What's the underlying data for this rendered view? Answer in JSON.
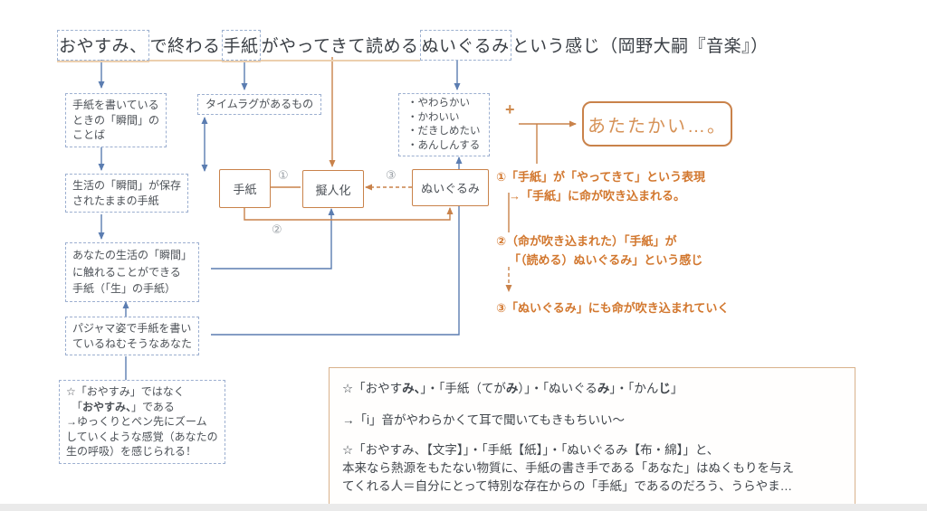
{
  "title": {
    "segments": [
      {
        "t": "おやすみ、",
        "cls": "boxed ul"
      },
      {
        "t": "で終わる",
        "cls": "ul"
      },
      {
        "t": "手紙",
        "cls": "boxed ul"
      },
      {
        "t": "がやってきて読める",
        "cls": "ul"
      },
      {
        "t": "ぬいぐるみ",
        "cls": "boxed"
      },
      {
        "t": "という感じ（岡野大嗣『音楽』）"
      }
    ]
  },
  "left_column": {
    "writing_moment": {
      "lines": [
        "手紙を書いている",
        "ときの「瞬間」の",
        "ことば"
      ]
    },
    "time_lag": {
      "label": "タイムラグがあるもの"
    },
    "preserved": {
      "lines": [
        "生活の「瞬間」が保存",
        "されたままの手紙"
      ]
    },
    "living_letter": {
      "lines": [
        "あなたの生活の「瞬間」",
        "に触れることができる",
        "手紙（「生」の手紙）"
      ]
    },
    "pajama": {
      "lines": [
        "パジャマ姿で手紙を書い",
        "ているねむそうなあなた"
      ]
    },
    "star_note": {
      "lines": [
        [
          {
            "t": "☆「おやすみ」ではなく"
          }
        ],
        [
          {
            "t": "　「"
          },
          {
            "t": "おやすみ、",
            "b": true
          },
          {
            "t": "」である"
          }
        ],
        [
          {
            "t": "→ゆっくりとペン先にズーム"
          }
        ],
        [
          {
            "t": "していくような感覚（あなたの"
          }
        ],
        [
          {
            "t": "生の呼吸）を感じられる！"
          }
        ]
      ]
    }
  },
  "flow": {
    "letter": "手紙",
    "personification": "擬人化",
    "plush": "ぬいぐるみ",
    "warm": "あたたかい…。",
    "plus": "+",
    "step1": "①",
    "step2": "②",
    "step3": "③"
  },
  "qualities": {
    "items": [
      "・やわらかい",
      "・かわいい",
      "・だきしめたい",
      "・あんしんする"
    ]
  },
  "annotations": {
    "one": {
      "lines": [
        [
          {
            "t": "①「手紙」が「やってきて」という表現"
          }
        ],
        [
          {
            "t": "→「手紙」に命が吹き込まれる。"
          }
        ]
      ]
    },
    "two": {
      "lines": [
        [
          {
            "t": "②（命が吹き込まれた）「手紙」が"
          }
        ],
        [
          {
            "t": "「（読める）ぬいぐるみ」という感じ"
          }
        ]
      ]
    },
    "three": {
      "lines": [
        [
          {
            "t": "③「ぬいぐるみ」にも命が吹き込まれていく"
          }
        ]
      ]
    }
  },
  "notes": {
    "line1": [
      {
        "t": "☆「おやす"
      },
      {
        "t": "み、",
        "b": true
      },
      {
        "t": "」・「手紙（てが"
      },
      {
        "t": "み",
        "b": true
      },
      {
        "t": "）」・「ぬいぐる"
      },
      {
        "t": "み",
        "b": true
      },
      {
        "t": "」・「かん"
      },
      {
        "t": "じ",
        "b": true
      },
      {
        "t": "」"
      }
    ],
    "line2": "→「i」音がやわらかくて耳で聞いてもきもちいい～",
    "lines345": [
      "☆「おやすみ、【文字】」・「手紙【紙】」・「ぬいぐるみ【布・綿】」と、",
      "本来なら熱源をもたない物質に、手紙の書き手である「あなた」はぬくもりを与え",
      "てくれる人＝自分にとって特別な存在からの「手紙」であるのだろう、うらやま…"
    ]
  },
  "colors": {
    "orange": "#c9824a",
    "blue": "#5b7db1",
    "annotation_orange": "#d2772e",
    "underline": "#eccfae"
  }
}
